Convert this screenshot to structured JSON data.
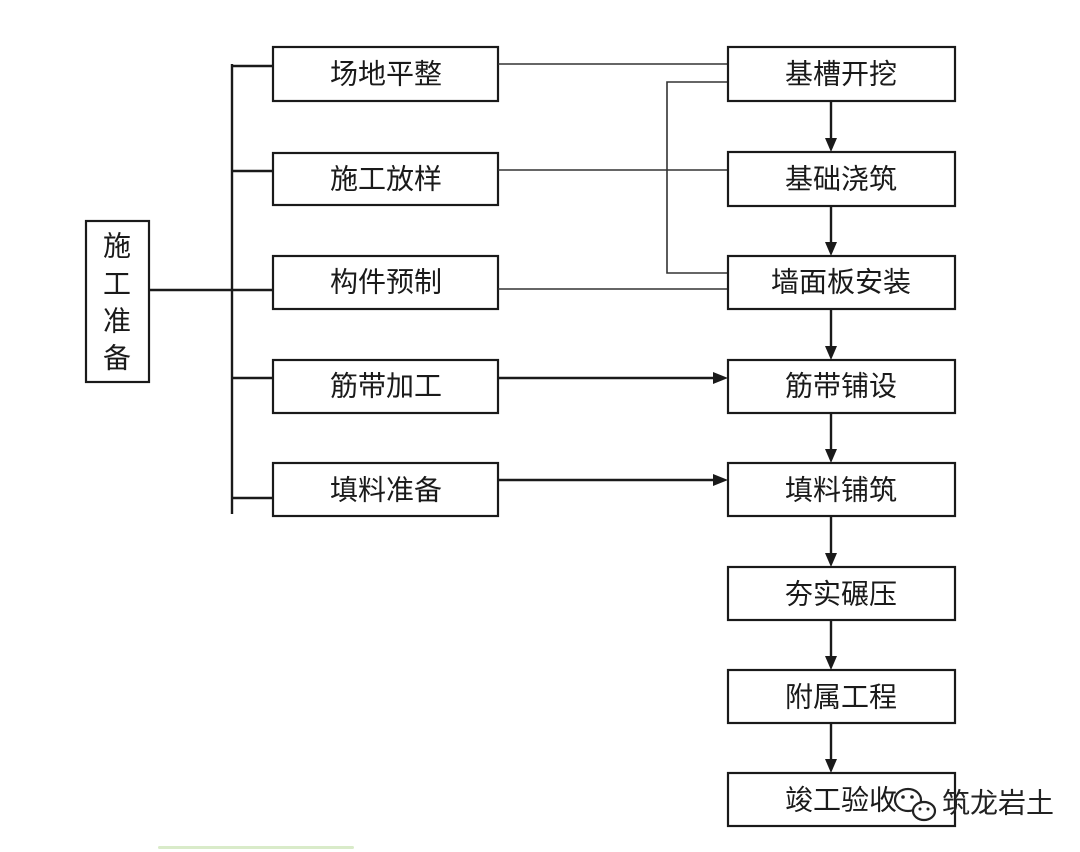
{
  "diagram": {
    "root": {
      "label": "施工准备",
      "chars": [
        "施",
        "工",
        "准",
        "备"
      ]
    },
    "prep_steps": [
      {
        "id": "site-leveling",
        "label": "场地平整"
      },
      {
        "id": "layout-staking",
        "label": "施工放样"
      },
      {
        "id": "component-prefab",
        "label": "构件预制"
      },
      {
        "id": "strip-processing",
        "label": "筋带加工"
      },
      {
        "id": "fill-prep",
        "label": "填料准备"
      }
    ],
    "main_steps": [
      {
        "id": "trench-excavation",
        "label": "基槽开挖"
      },
      {
        "id": "foundation-pouring",
        "label": "基础浇筑"
      },
      {
        "id": "panel-install",
        "label": "墙面板安装"
      },
      {
        "id": "strip-laying",
        "label": "筋带铺设"
      },
      {
        "id": "fill-placing",
        "label": "填料铺筑"
      },
      {
        "id": "compaction",
        "label": "夯实碾压"
      },
      {
        "id": "ancillary-works",
        "label": "附属工程"
      },
      {
        "id": "completion-acceptance",
        "label": "竣工验收"
      }
    ],
    "watermark": {
      "text": "筑龙岩土",
      "icon": "wechat-icon"
    }
  }
}
